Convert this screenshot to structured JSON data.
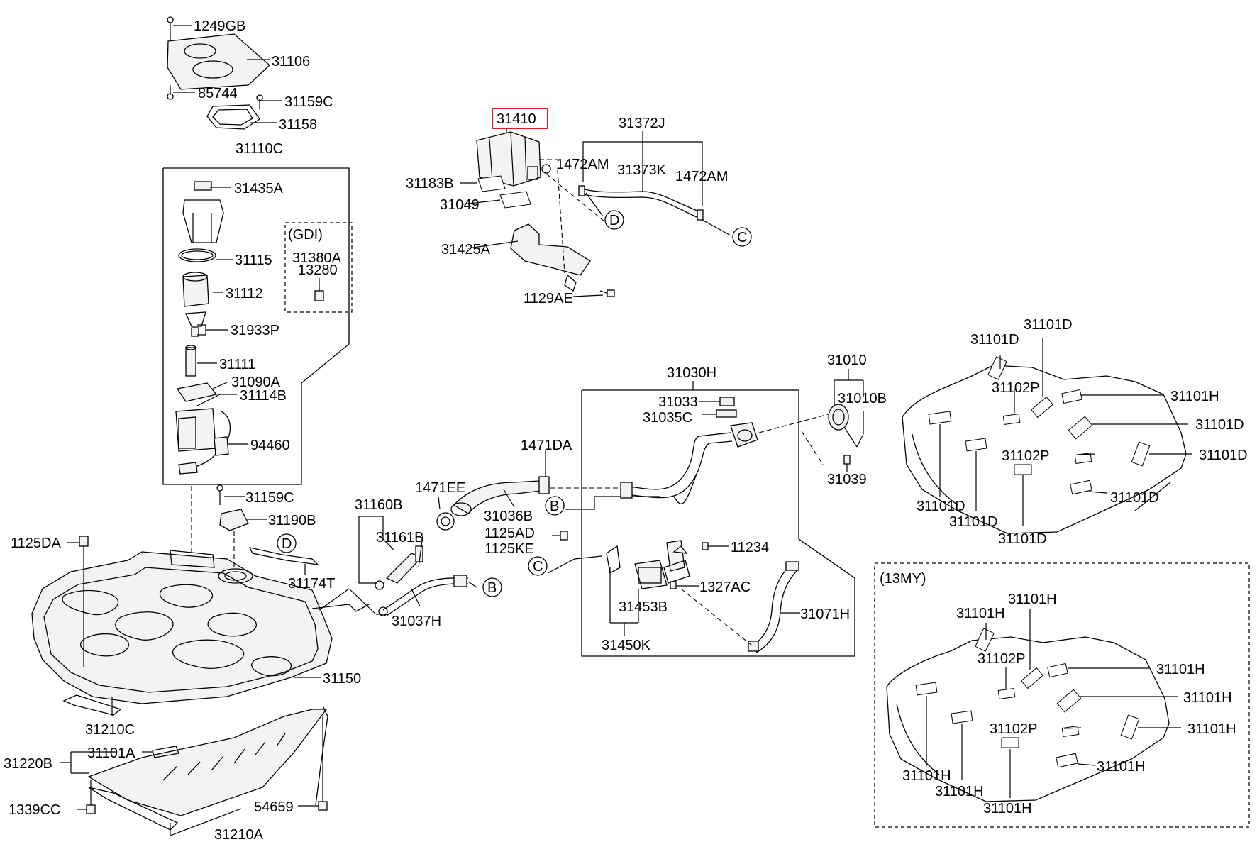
{
  "labels": {
    "l_1249GB": "1249GB",
    "l_31106": "31106",
    "l_85744": "85744",
    "l_31159C_a": "31159C",
    "l_31158": "31158",
    "l_31110C": "31110C",
    "l_31435A": "31435A",
    "l_gdi": "(GDI)",
    "l_31380A": "31380A",
    "l_13280": "13280",
    "l_31115": "31115",
    "l_31112": "31112",
    "l_31933P": "31933P",
    "l_31111": "31111",
    "l_31090A": "31090A",
    "l_31114B": "31114B",
    "l_94460": "94460",
    "l_31410": "31410",
    "l_31372J": "31372J",
    "l_1472AM_a": "1472AM",
    "l_31373K": "31373K",
    "l_1472AM_b": "1472AM",
    "l_31183B": "31183B",
    "l_31049": "31049",
    "l_31425A": "31425A",
    "l_1129AE": "1129AE",
    "l_31159C_b": "31159C",
    "l_31190B": "31190B",
    "l_1125DA": "1125DA",
    "l_31174T": "31174T",
    "l_31160B": "31160B",
    "l_31161B": "31161B",
    "l_1471EE": "1471EE",
    "l_1471DA": "1471DA",
    "l_31036B": "31036B",
    "l_1125AD": "1125AD",
    "l_1125KE": "1125KE",
    "l_31037H": "31037H",
    "l_31150": "31150",
    "l_31210C": "31210C",
    "l_31220B": "31220B",
    "l_31101A": "31101A",
    "l_1339CC": "1339CC",
    "l_54659": "54659",
    "l_31210A": "31210A",
    "l_31030H": "31030H",
    "l_31033": "31033",
    "l_31035C": "31035C",
    "l_11234": "11234",
    "l_1327AC": "1327AC",
    "l_31453B": "31453B",
    "l_31450K": "31450K",
    "l_31071H": "31071H",
    "l_31010": "31010",
    "l_31010B": "31010B",
    "l_31039": "31039",
    "t1_31101D_a": "31101D",
    "t1_31101D_b": "31101D",
    "t1_31102P_a": "31102P",
    "t1_31101H": "31101H",
    "t1_31101D_c": "31101D",
    "t1_31102P_b": "31102P",
    "t1_31101D_d": "31101D",
    "t1_31101D_e": "31101D",
    "t1_31101D_f": "31101D",
    "t1_31101D_g": "31101D",
    "t1_31101D_h": "31101D",
    "l_13my": "(13MY)",
    "t2_31101H_a": "31101H",
    "t2_31101H_b": "31101H",
    "t2_31102P_a": "31102P",
    "t2_31101H_c": "31101H",
    "t2_31101H_d": "31101H",
    "t2_31102P_b": "31102P",
    "t2_31101H_e": "31101H",
    "t2_31101H_f": "31101H",
    "t2_31101H_g": "31101H",
    "t2_31101H_h": "31101H",
    "t2_31101H_i": "31101H"
  },
  "markers": {
    "D_top": "D",
    "C_top": "C",
    "B_mid": "B",
    "C_mid": "C",
    "D_left": "D",
    "B_left": "B"
  },
  "colors": {
    "highlight": "#e01c1c",
    "line": "#000000"
  }
}
